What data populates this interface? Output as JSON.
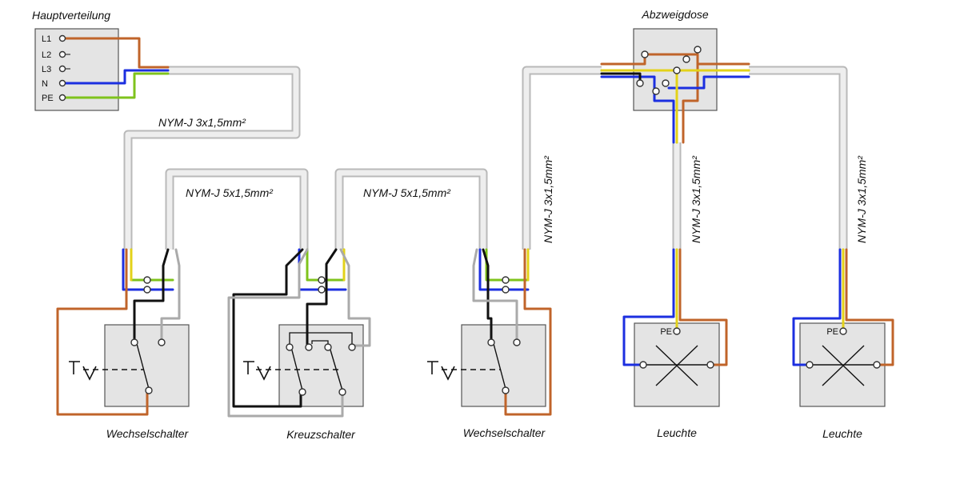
{
  "colors": {
    "phase": "#c0642a",
    "neutral": "#1c2fe0",
    "pe_green": "#7fc31c",
    "pe_yellow": "#e3d21a",
    "black": "#111111",
    "grey": "#aaaaaa",
    "cable": "#b9b9b9"
  },
  "labels": {
    "distribution": "Hauptverteilung",
    "junction_box": "Abzweigdose",
    "switch_left": "Wechselschalter",
    "switch_cross": "Kreuzschalter",
    "switch_right": "Wechselschalter",
    "lamp_1": "Leuchte",
    "lamp_2": "Leuchte"
  },
  "terminals": {
    "l1": "L1",
    "l2": "L2",
    "l3": "L3",
    "n": "N",
    "pe": "PE",
    "lamp1_pe": "PE",
    "lamp2_pe": "PE"
  },
  "cables": {
    "feed": "NYM-J 3x1,5mm²",
    "switch_link_1": "NYM-J 5x1,5mm²",
    "switch_link_2": "NYM-J 5x1,5mm²",
    "to_junction": "NYM-J 3x1,5mm²",
    "to_lamp_1": "NYM-J 3x1,5mm²",
    "to_lamp_2": "NYM-J 3x1,5mm²"
  }
}
